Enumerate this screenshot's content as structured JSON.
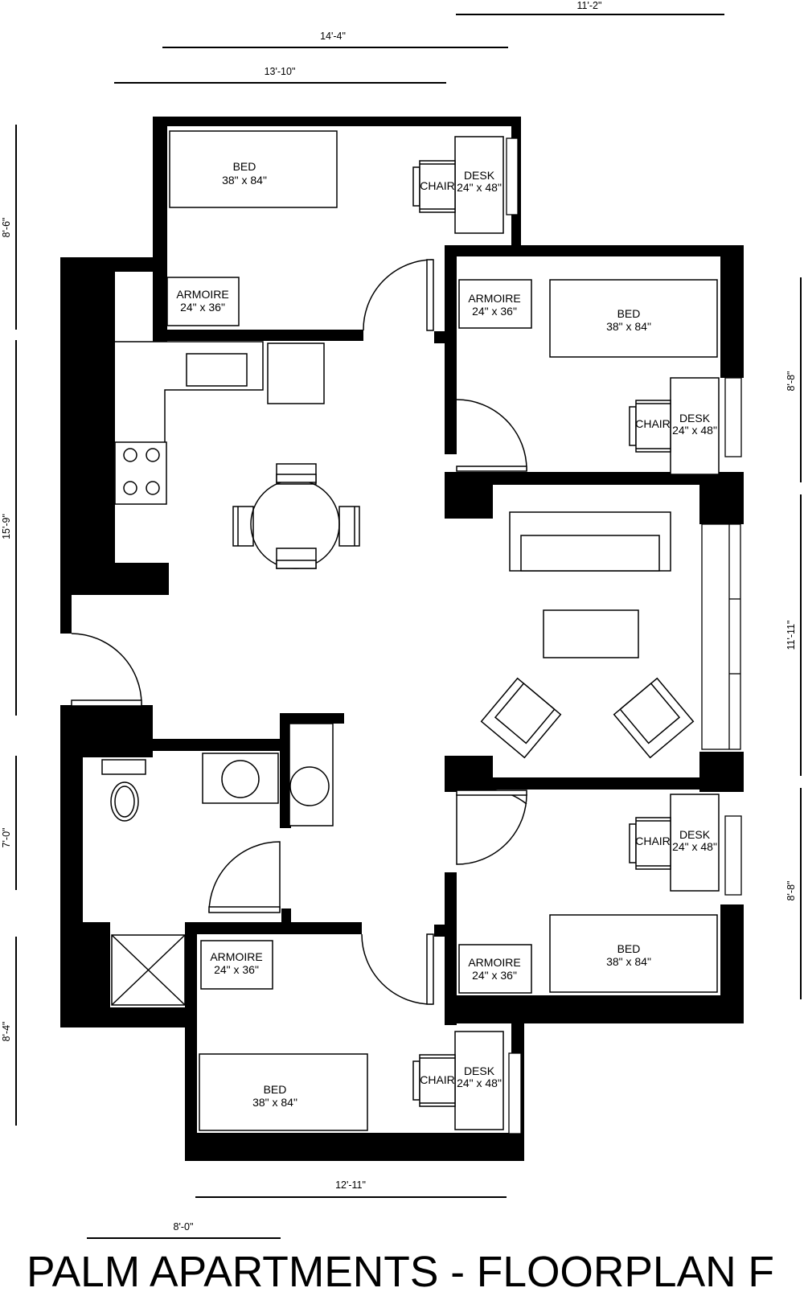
{
  "title": "PALM APARTMENTS - FLOORPLAN F",
  "dimensions": {
    "top_1": "11'-2\"",
    "top_2": "14'-4\"",
    "top_3": "13'-10\"",
    "left_1": "8'-6\"",
    "left_2": "15'-9\"",
    "left_3": "7'-0\"",
    "left_4": "8'-4\"",
    "right_1": "8'-8\"",
    "right_2": "11'-11\"",
    "right_3": "8'-8\"",
    "bottom_1": "12'-11\"",
    "bottom_2": "8'-0\""
  },
  "furniture": {
    "bed": "BED",
    "bed_size": "38\" x 84\"",
    "armoire": "ARMOIRE",
    "armoire_size": "24\" x 36\"",
    "desk": "DESK",
    "desk_size": "24\" x 48\"",
    "chair": "CHAIR"
  }
}
